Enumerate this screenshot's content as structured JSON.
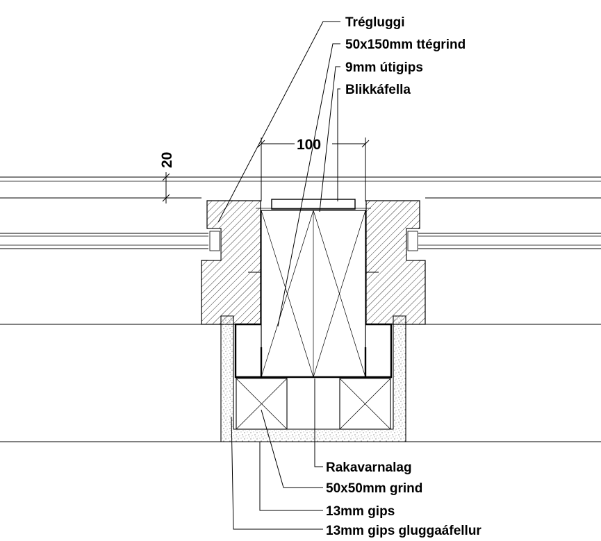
{
  "labels_top": [
    "Trégluggi",
    "50x150mm ttégrind",
    "9mm útigips",
    "Blikkáfella"
  ],
  "labels_bottom": [
    "Rakavarnalag",
    "50x50mm grind",
    "13mm gips",
    "13mm gips gluggaáfellur"
  ],
  "dimensions": {
    "width": "100",
    "height": "20"
  }
}
